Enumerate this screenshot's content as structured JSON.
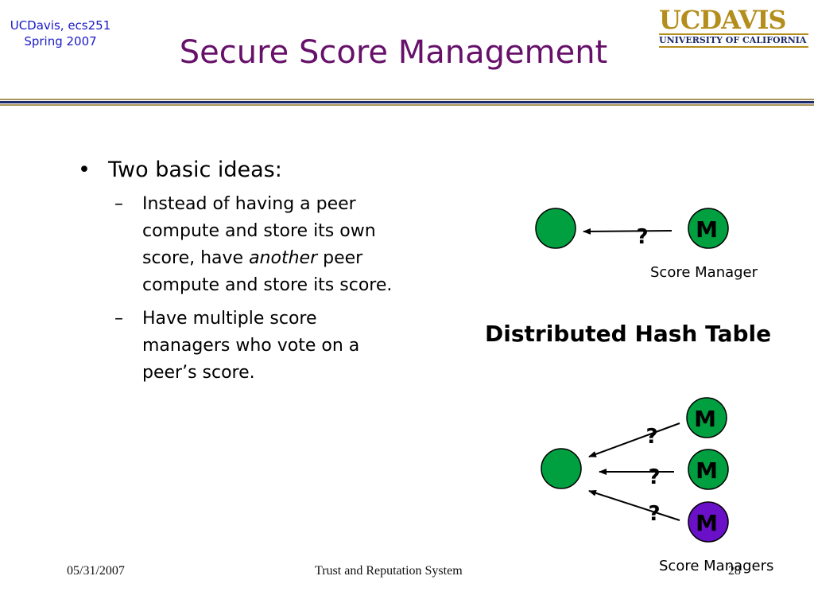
{
  "header": {
    "course": "UCDavis, ecs251",
    "term": "Spring 2007",
    "title": "Secure Score Management",
    "logo": {
      "uc": "UCDAVIS",
      "subtitle": "UNIVERSITY OF CALIFORNIA"
    }
  },
  "content": {
    "bullet": "Two basic ideas:",
    "sub_bullets": [
      {
        "before": "Instead of having a peer compute and store its own score, have ",
        "emph": "another",
        "after": " peer compute and store its score."
      },
      {
        "text": "Have multiple score managers who vote on a peer’s score."
      }
    ]
  },
  "diagram": {
    "node_label": "M",
    "question": "?",
    "single_caption": "Score Manager",
    "middle_label": "Distributed Hash Table",
    "multi_caption": "Score Managers",
    "colors": {
      "green": "#00a040",
      "purple": "#6a10c8",
      "arrow": "#000000"
    }
  },
  "footer": {
    "date": "05/31/2007",
    "center": "Trust and Reputation System",
    "page": "28"
  },
  "theme": {
    "title_color": "#66106a",
    "course_color": "#1a1ac8",
    "gold": "#b48e1c",
    "navy": "#1c2a6a"
  }
}
